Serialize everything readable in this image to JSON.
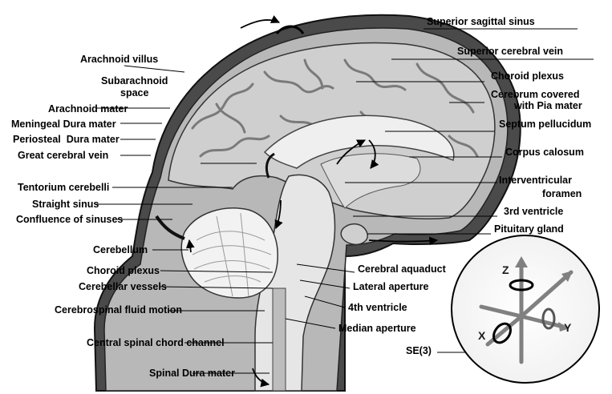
{
  "diagram": {
    "labels": {
      "superior_sagittal_sinus": "Superior sagittal sinus",
      "superior_cerebral_vein": "Superior cerebral vein",
      "arachnoid_villus": "Arachnoid villus",
      "subarachnoid_space_1": "Subarachnoid",
      "subarachnoid_space_2": "space",
      "choroid_plexus_upper": "Choroid plexus",
      "cerebrum_covered_1": "Cerebrum covered",
      "cerebrum_covered_2": "with Pia mater",
      "arachnoid_mater": "Arachnoid mater",
      "meningeal_dura_mater": "Meningeal Dura mater",
      "periosteal_dura_mater": "Periosteal  Dura mater",
      "septum_pellucidum": "Septum pellucidum",
      "great_cerebral_vein": "Great cerebral vein",
      "corpus_calosum": "Corpus calosum",
      "tentorium_cerebelli": "Tentorium cerebelli",
      "interventricular_foramen_1": "Interventricular",
      "interventricular_foramen_2": "foramen",
      "straight_sinus": "Straight sinus",
      "confluence_of_sinuses": "Confluence of sinuses",
      "third_ventricle": "3rd ventricle",
      "pituitary_gland": "Pituitary gland",
      "cerebellum": "Cerebellum",
      "cerebral_aquaduct": "Cerebral aquaduct",
      "choroid_plexus_lower": "Choroid plexus",
      "lateral_aperture": "Lateral aperture",
      "cerebellar_vessels": "Cerebellar vessels",
      "fourth_ventricle": "4th ventricle",
      "csf_motion": "Cerebrospinal fluid motion",
      "median_aperture": "Median aperture",
      "central_spinal_channel": "Central spinal chord channel",
      "spinal_dura_mater": "Spinal Dura mater"
    },
    "inset": {
      "group_label": "SE(3)",
      "axis_x": "X",
      "axis_y": "Y",
      "axis_z": "Z"
    }
  },
  "colors": {
    "background": "#ffffff",
    "skull_outer": "#4a4a4a",
    "dura_band": "#b8b8b8",
    "brain_fill": "#cfcfcf",
    "ventricle_fill": "#efefef",
    "text": "#000000"
  }
}
